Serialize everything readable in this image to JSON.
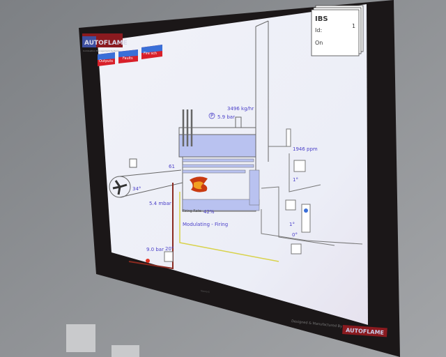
{
  "brand": {
    "logo": "AUTOFLAME",
    "tagline": "Combustion Management Systems"
  },
  "nav_buttons": [
    {
      "label": "Outputs"
    },
    {
      "label": "Faults"
    },
    {
      "label": "Fire sch"
    }
  ],
  "ibs_panel": {
    "title": "IBS",
    "id_label": "Id:",
    "id_value": "1",
    "state": "On"
  },
  "readings": {
    "steam_flow": "3496 kg/hr",
    "steam_pressure": "5.9 bar",
    "pressure_icon": "P",
    "o2_ppm": "1946 ppm",
    "flue_damper": "1°",
    "burner_angle": "61",
    "air_damper": "34°",
    "air_pressure": "5.4 mbar",
    "firing_rate_label": "Firing Rate",
    "firing_rate_value": "42%",
    "status": "Modulating - Firing",
    "gas_pressure": "9.0 bar",
    "gas_valve_angle": "20°",
    "feed_valve_1": "1°",
    "feed_valve_2": "0°"
  },
  "footer": {
    "credit": "Designed & Manufactured By",
    "logo": "AUTOFLAME",
    "monitor_brand": "Hanns·G"
  },
  "colors": {
    "accent_blue": "#4a3fc8",
    "button_red": "#d8202a",
    "button_blue": "#3a6fd8",
    "water": "#b9c2f0",
    "gas_line": "#d8d24a",
    "fuel_line": "#8a2a20"
  }
}
